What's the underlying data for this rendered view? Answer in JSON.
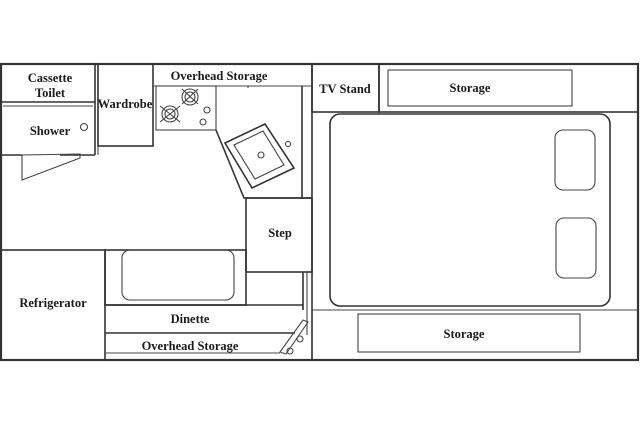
{
  "labels": {
    "cassette": "Cassette",
    "toilet": "Toilet",
    "shower": "Shower",
    "wardrobe": "Wardrobe",
    "overhead_storage_top": "Overhead Storage",
    "tv_stand": "TV Stand",
    "storage_top": "Storage",
    "step": "Step",
    "refrigerator": "Refrigerator",
    "dinette": "Dinette",
    "overhead_storage_bottom": "Overhead Storage",
    "storage_bottom": "Storage"
  }
}
